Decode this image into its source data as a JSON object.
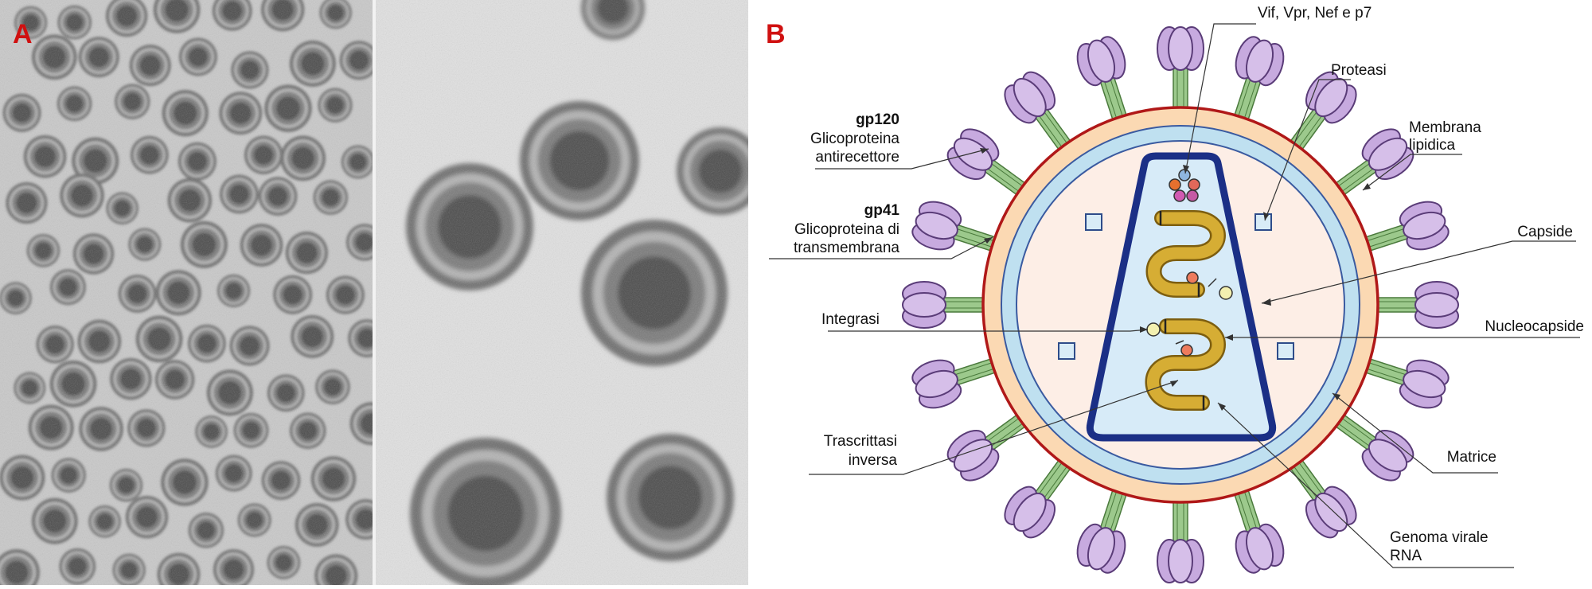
{
  "panel_a": {
    "letter": "A"
  },
  "panel_b": {
    "letter": "B"
  },
  "labels": {
    "vif": "Vif, Vpr, Nef e p7",
    "proteasi": "Proteasi",
    "membrana_1": "Membrana",
    "membrana_2": "lipidica",
    "gp120_name": "gp120",
    "gp120_desc_1": "Glicoproteina",
    "gp120_desc_2": "antirecettore",
    "gp41_name": "gp41",
    "gp41_desc_1": "Glicoproteina di",
    "gp41_desc_2": "transmembrana",
    "capside": "Capside",
    "integrasi": "Integrasi",
    "nucleocapside": "Nucleocapside",
    "trascrittasi_1": "Trascrittasi",
    "trascrittasi_2": "inversa",
    "matrice": "Matrice",
    "genoma_1": "Genoma virale",
    "genoma_2": "RNA"
  },
  "colors": {
    "panel_letter": "#d01010",
    "envelope_outer": "#b01818",
    "envelope_fill": "#fbd9b3",
    "matrix_ring": "#bfe0f0",
    "inner_fill": "#fdeee6",
    "capsid_stroke": "#1b2f86",
    "capsid_fill": "#d7ebf8",
    "rna": "#c9a22c",
    "knob": "#cdb3e3",
    "stalk": "#9cc98c"
  }
}
